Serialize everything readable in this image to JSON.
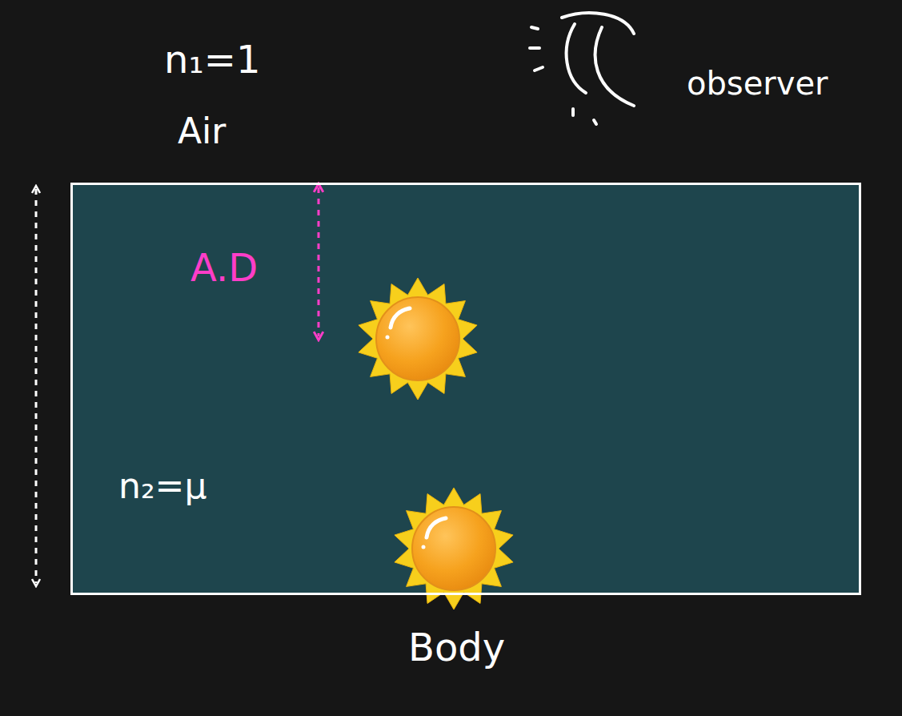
{
  "diagram": {
    "nodes": [
      {
        "text": [
          "n₂=μ"
        ]
      }
    ],
    "labels": [
      "n₁=1",
      "Air",
      "observer",
      "A.D",
      "Body"
    ]
  }
}
